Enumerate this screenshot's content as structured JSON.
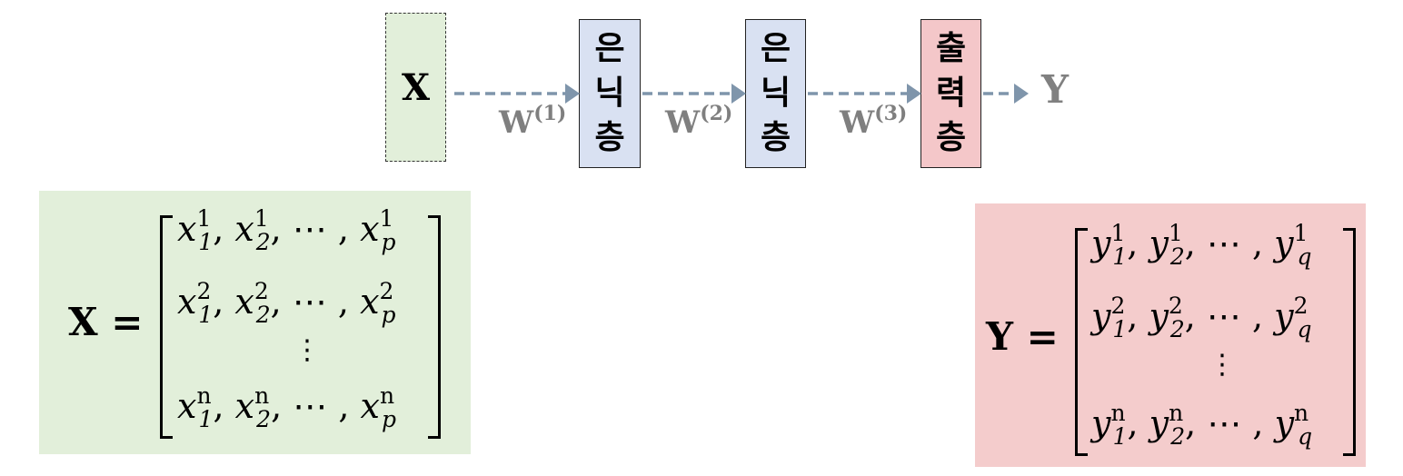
{
  "network": {
    "input_label": "X",
    "hidden_layer_1": [
      "은",
      "닉",
      "층"
    ],
    "hidden_layer_2": [
      "은",
      "닉",
      "층"
    ],
    "output_layer": [
      "출",
      "력",
      "층"
    ],
    "weights": [
      {
        "base": "W",
        "sup": "(1)"
      },
      {
        "base": "W",
        "sup": "(2)"
      },
      {
        "base": "W",
        "sup": "(3)"
      }
    ],
    "output_label": "Y"
  },
  "x_matrix": {
    "lhs": "X =",
    "rows": [
      {
        "var": "x",
        "sup": "1",
        "subs": [
          "1",
          "2",
          "p"
        ]
      },
      {
        "var": "x",
        "sup": "2",
        "subs": [
          "1",
          "2",
          "p"
        ]
      },
      {
        "var": "x",
        "sup": "n",
        "subs": [
          "1",
          "2",
          "p"
        ]
      }
    ],
    "ellipsis": "⋯",
    "vdots": "⋮"
  },
  "y_matrix": {
    "lhs": "Y =",
    "rows": [
      {
        "var": "y",
        "sup": "1",
        "subs": [
          "1",
          "2",
          "q"
        ]
      },
      {
        "var": "y",
        "sup": "2",
        "subs": [
          "1",
          "2",
          "q"
        ]
      },
      {
        "var": "y",
        "sup": "n",
        "subs": [
          "1",
          "2",
          "q"
        ]
      }
    ],
    "ellipsis": "⋯",
    "vdots": "⋮"
  },
  "colors": {
    "input_fill": "#e2efda",
    "hidden_fill": "#d9e1f2",
    "output_fill": "#f4c7c9",
    "arrow": "#7f95ab",
    "weight_text": "#7f7f7f"
  }
}
